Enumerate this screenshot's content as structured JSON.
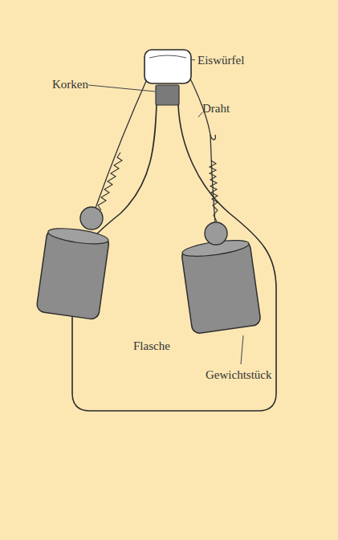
{
  "diagram": {
    "labels": [
      "Eiswürfel",
      "Korken",
      "Draht",
      "Gewichtstück",
      "Flasche"
    ]
  }
}
